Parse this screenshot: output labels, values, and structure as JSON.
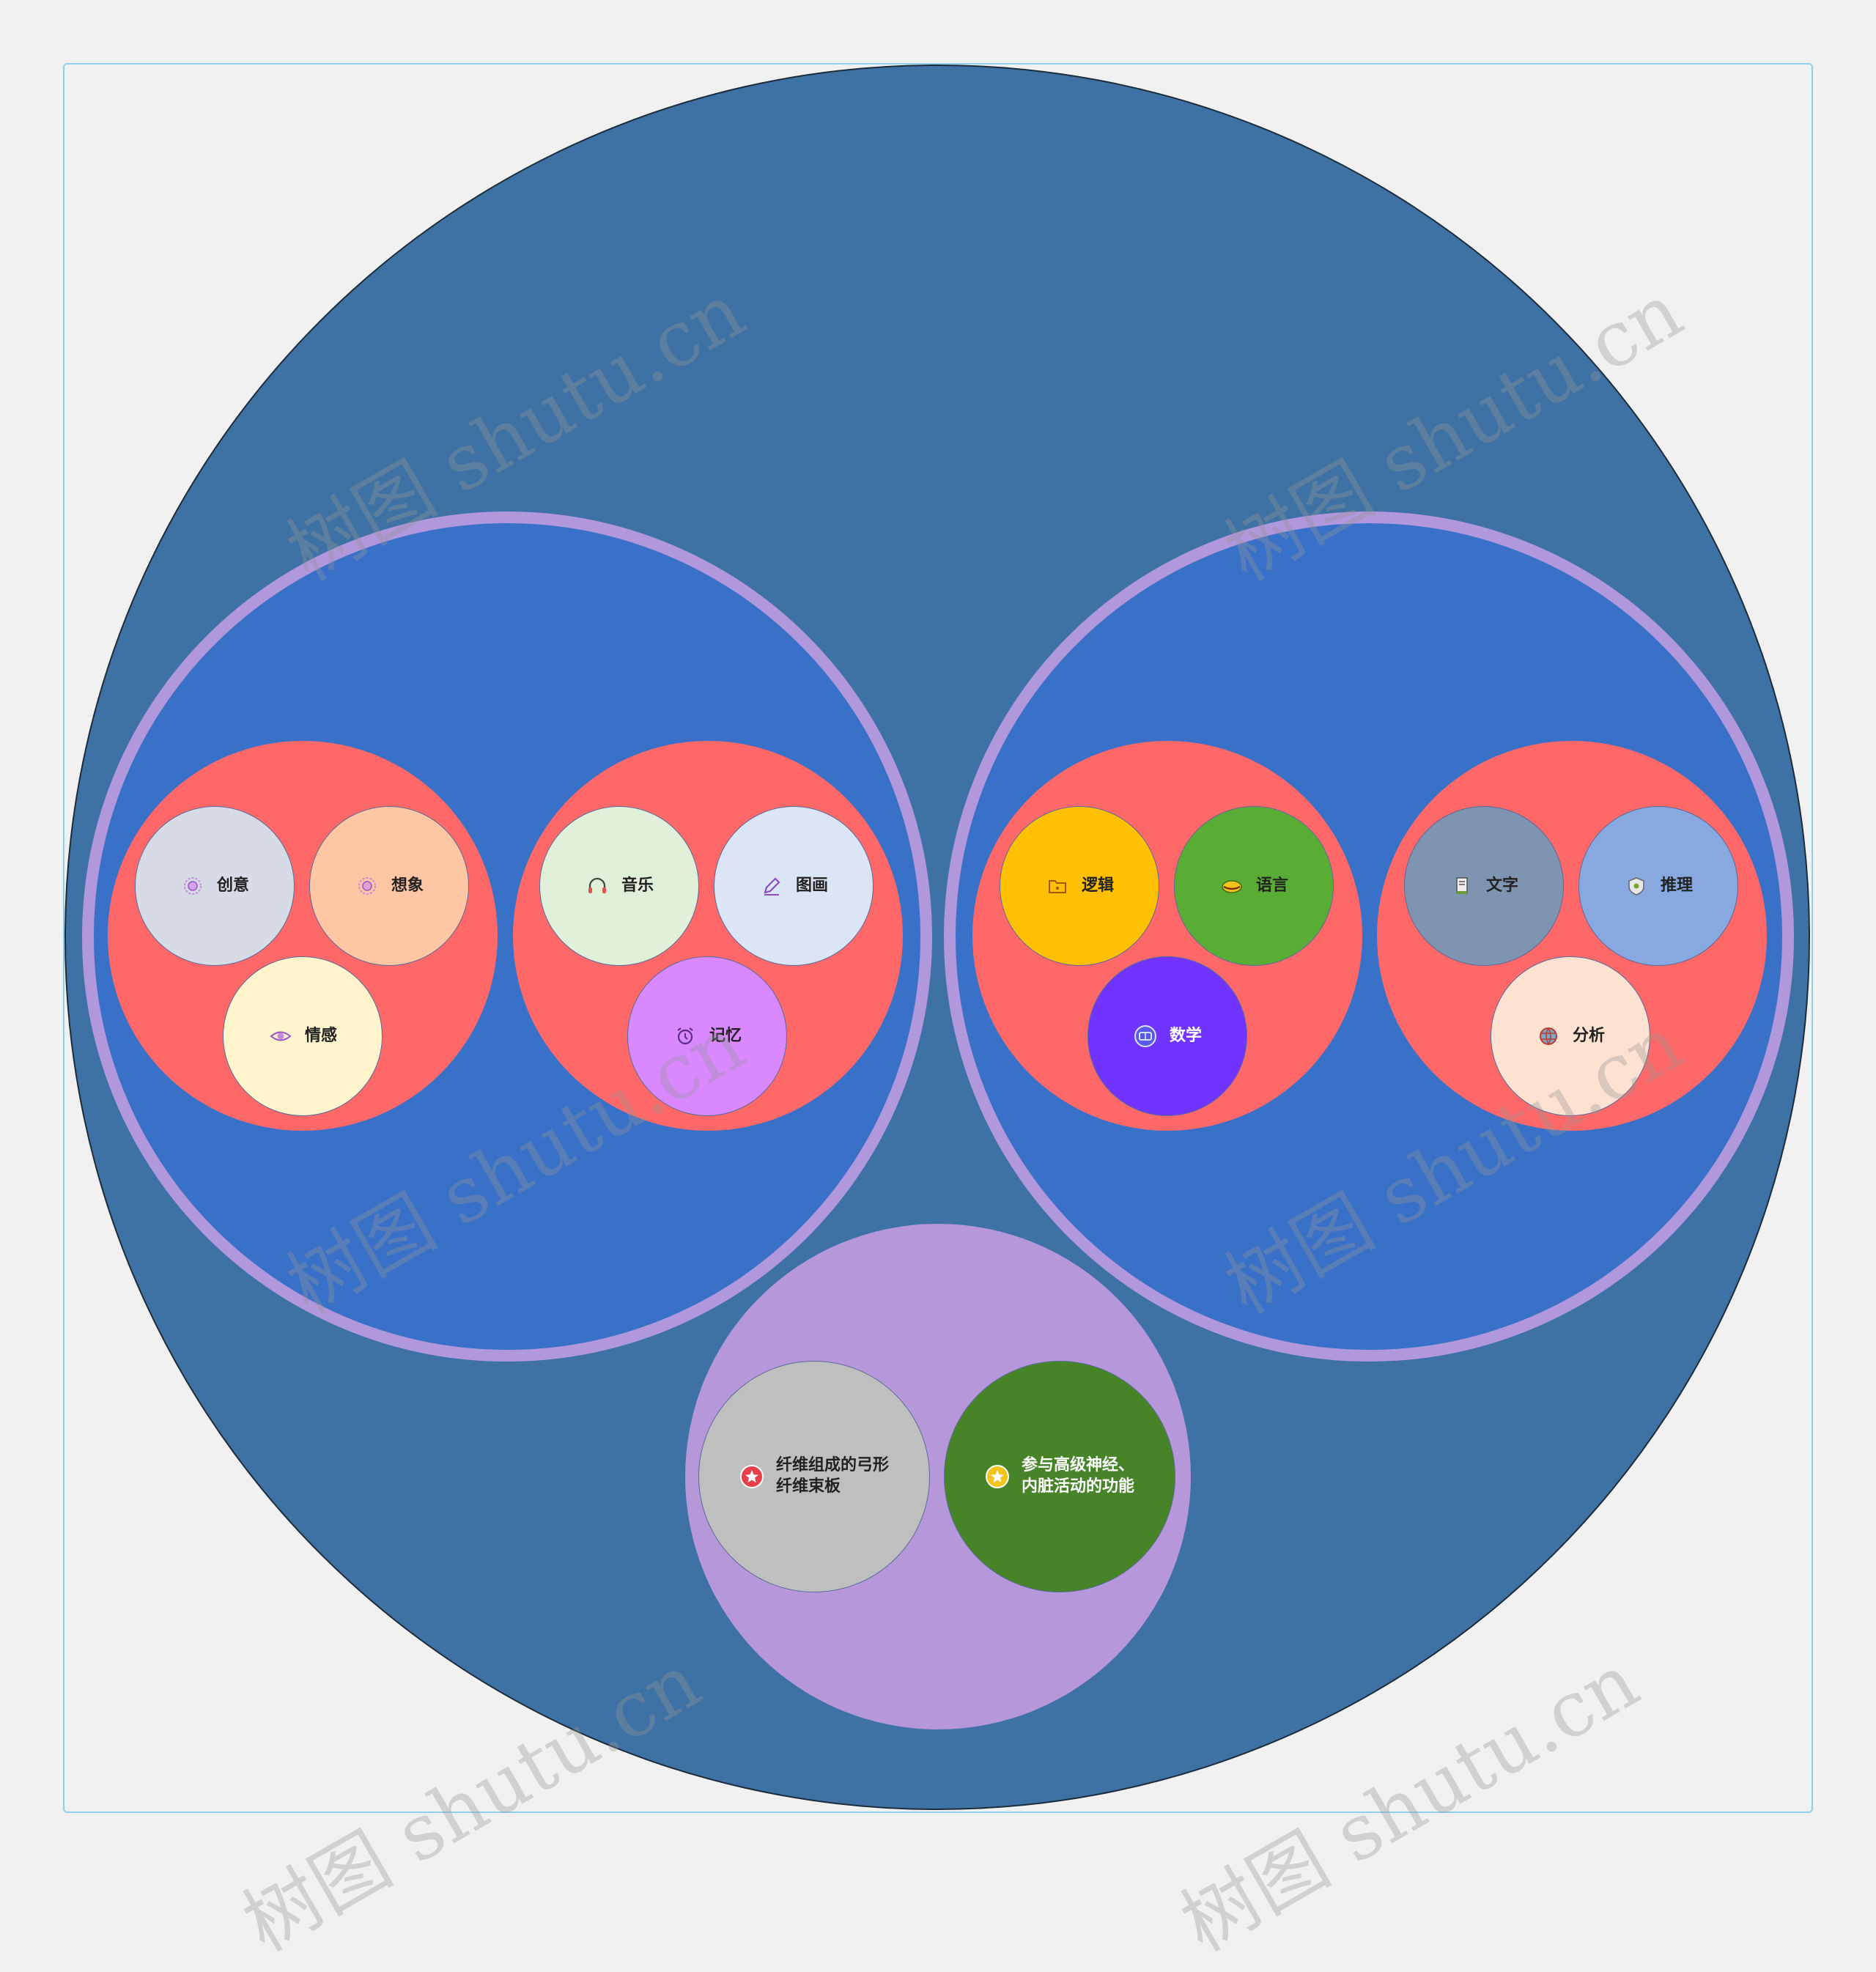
{
  "colors": {
    "root": "#3e72a5",
    "group": "#3a71c8",
    "group_border": "#b197dc",
    "sub": "#ff6868",
    "bottom": "#b597da"
  },
  "nodes": {
    "chuangyi": {
      "label": "创意",
      "icon": "bulb-icon",
      "fill": "#d6dbe5"
    },
    "xiangxiang": {
      "label": "想象",
      "icon": "bulb-icon",
      "fill": "#ffc6a4"
    },
    "qinggan": {
      "label": "情感",
      "icon": "eye-icon",
      "fill": "#fff4cc"
    },
    "yinyue": {
      "label": "音乐",
      "icon": "headphones-icon",
      "fill": "#e1f0d9"
    },
    "tuhua": {
      "label": "图画",
      "icon": "pencil-icon",
      "fill": "#dbe5f5"
    },
    "jiyi": {
      "label": "记忆",
      "icon": "alarm-clock-icon",
      "fill": "#d988fd"
    },
    "luoji": {
      "label": "逻辑",
      "icon": "folder-icon",
      "fill": "#ffc001"
    },
    "yuyan": {
      "label": "语言",
      "icon": "mouth-icon",
      "fill": "#5aad34"
    },
    "shuxue": {
      "label": "数学",
      "icon": "calculator-icon",
      "fill": "#7133ff"
    },
    "wenzi": {
      "label": "文字",
      "icon": "document-icon",
      "fill": "#7e94b0"
    },
    "tuili": {
      "label": "推理",
      "icon": "shield-icon",
      "fill": "#88a8e0"
    },
    "fenxi": {
      "label": "分析",
      "icon": "globe-icon",
      "fill": "#fde2d2"
    },
    "fiber": {
      "label": "纤维组成的弓形\n纤维束板",
      "icon": "star-red-icon",
      "fill": "#bfbfbf"
    },
    "func": {
      "label": "参与高级神经、\n内脏活动的功能",
      "icon": "star-yellow-icon",
      "fill": "#468427"
    }
  },
  "watermark": "树图 shutu.cn"
}
